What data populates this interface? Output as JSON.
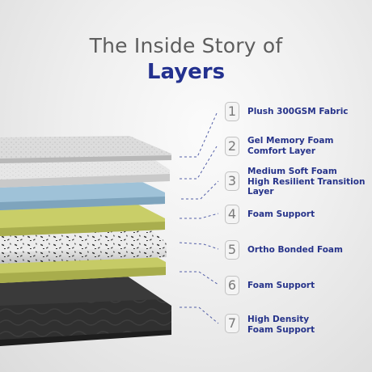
{
  "header": {
    "title": "The Inside Story of",
    "subtitle": "Layers"
  },
  "colors": {
    "title": "#5d5d5d",
    "subtitle": "#23318f",
    "label": "#26338a",
    "blue_layer": "#9cc0d6",
    "green_layer": "#c8cd6a",
    "black_layer": "#2e2e2e"
  },
  "layers": [
    {
      "number": "1",
      "lines": [
        "Plush 300GSM Fabric"
      ]
    },
    {
      "number": "2",
      "lines": [
        "Gel Memory Foam",
        "Comfort Layer"
      ]
    },
    {
      "number": "3",
      "lines": [
        "Medium Soft Foam",
        "High Resilient Transition",
        "Layer"
      ]
    },
    {
      "number": "4",
      "lines": [
        "Foam Support"
      ]
    },
    {
      "number": "5",
      "lines": [
        "Ortho Bonded Foam"
      ]
    },
    {
      "number": "6",
      "lines": [
        "Foam Support"
      ]
    },
    {
      "number": "7",
      "lines": [
        "High Density",
        "Foam Support"
      ]
    }
  ]
}
